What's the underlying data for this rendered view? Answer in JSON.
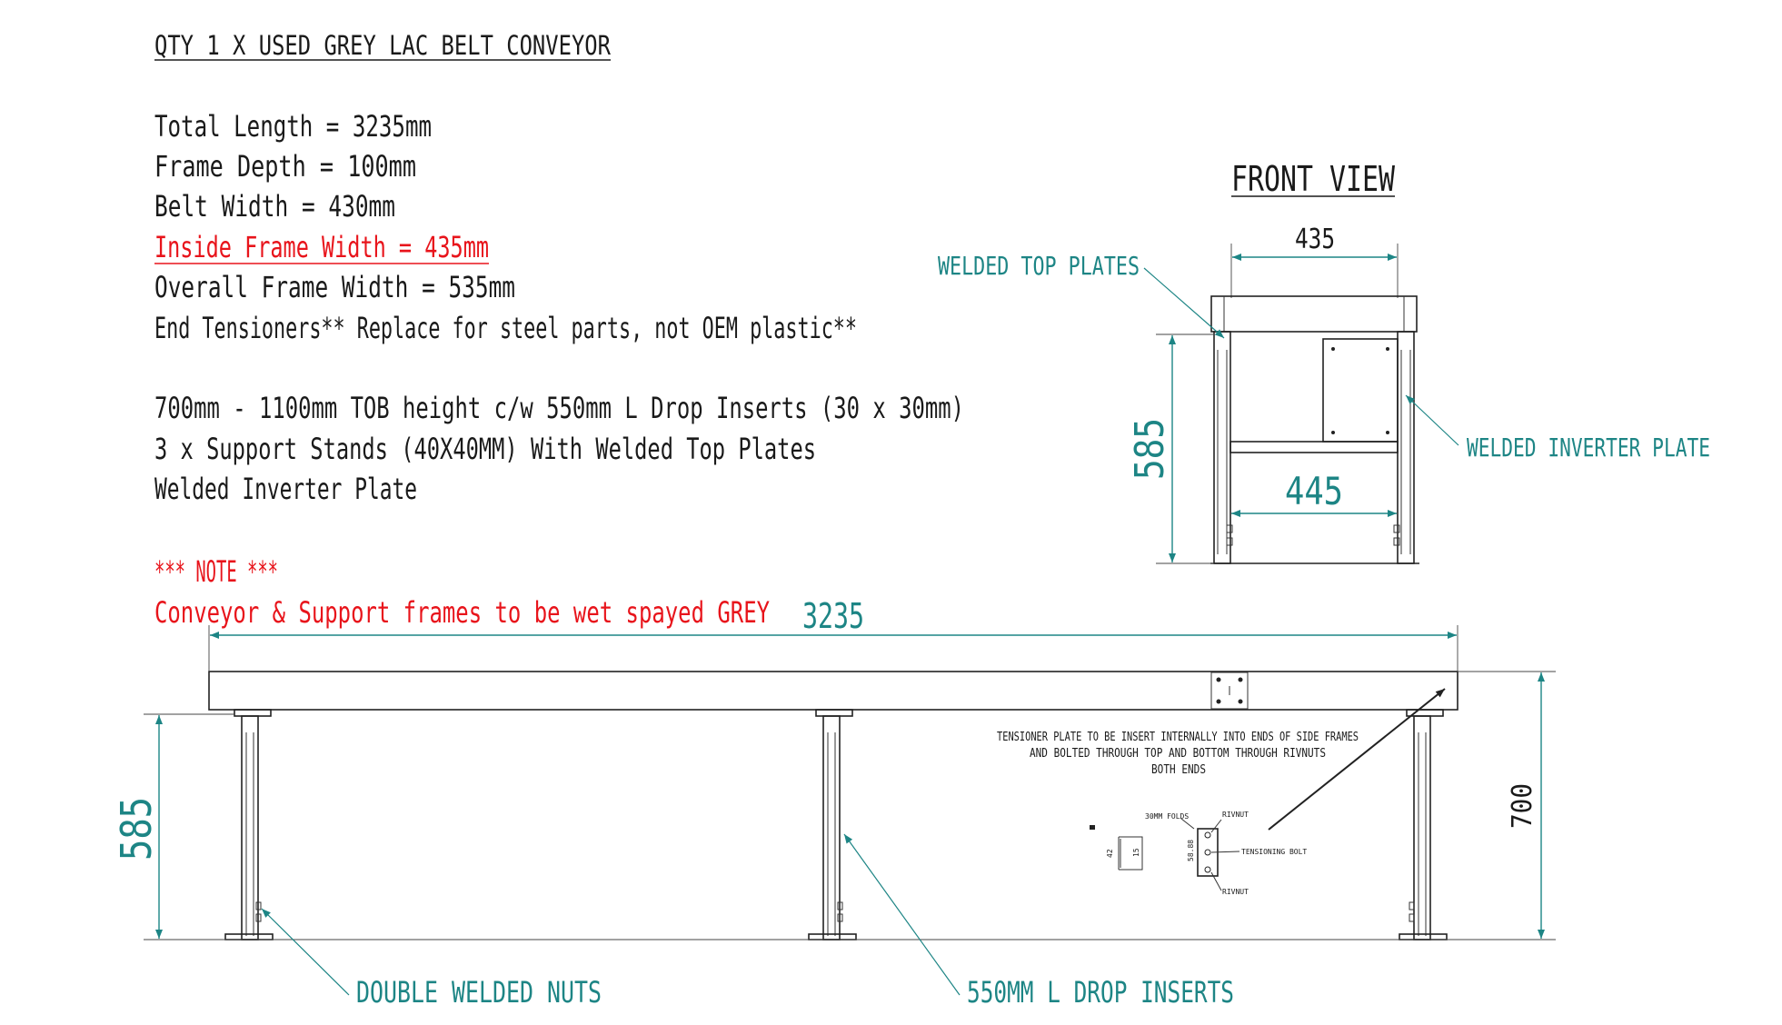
{
  "title": "QTY 1 X USED GREY LAC BELT CONVEYOR",
  "specs": [
    "Total Length = 3235mm",
    "Frame Depth = 100mm",
    "Belt Width = 430mm",
    "Inside Frame Width = 435mm",
    "Overall Frame Width = 535mm",
    "End Tensioners** Replace for steel parts, not OEM plastic**",
    "700mm - 1100mm TOB height c/w 550mm L Drop Inserts (30 x 30mm)",
    "3 x Support Stands (40X40MM) With Welded Top Plates",
    "Welded Inverter Plate"
  ],
  "note": {
    "heading": "*** NOTE ***",
    "text": "Conveyor & Support frames to be wet spayed GREY"
  },
  "front_view": {
    "title": "FRONT VIEW",
    "dim_top": "435",
    "dim_inner": "445",
    "dim_height": "585",
    "label_top_plates": "WELDED TOP PLATES",
    "label_inverter": "WELDED INVERTER PLATE"
  },
  "side_view": {
    "dim_length": "3235",
    "dim_leg_height": "585",
    "dim_total_height": "700",
    "label_nuts": "DOUBLE WELDED NUTS",
    "label_inserts": "550MM L DROP INSERTS"
  },
  "tensioner": {
    "note_lines": [
      "TENSIONER PLATE TO BE INSERT INTERNALLY INTO ENDS OF SIDE FRAMES",
      "AND BOLTED THROUGH TOP AND BOTTOM THROUGH RIVNUTS",
      "BOTH ENDS"
    ],
    "label_fold": "30MM FOLDS",
    "label_rivnut_top": "RIVNUT",
    "label_rivnut_bottom": "RIVNUT",
    "label_belt": "TENSIONING BOLT",
    "dim_small_a": "42",
    "dim_small_b": "15",
    "dim_small_c": "58.88"
  },
  "colors": {
    "teal": "#1d8585",
    "red": "#e8141b",
    "line": "#222222"
  }
}
